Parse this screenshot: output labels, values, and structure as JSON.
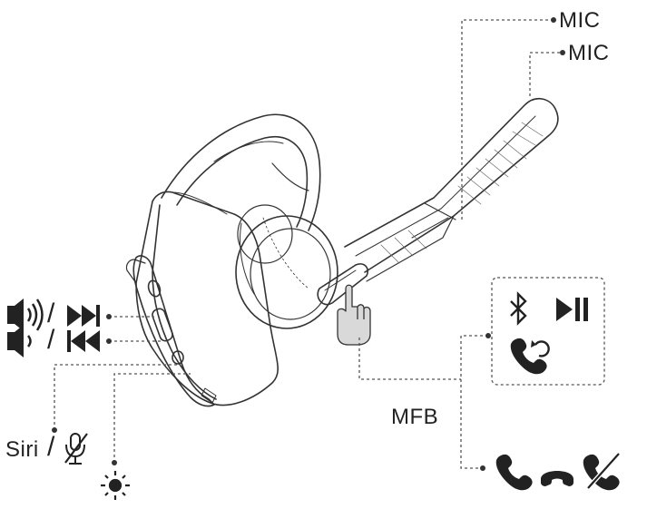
{
  "labels": {
    "mic_top": "MIC",
    "mic_second": "MIC",
    "mfb": "MFB",
    "siri": "Siri",
    "slash": "/"
  },
  "icons": {
    "volume_up": "speaker-volume-up-icon",
    "next_track": "next-track-icon",
    "volume_down": "speaker-volume-down-icon",
    "previous_track": "previous-track-icon",
    "mute": "microphone-mute-icon",
    "led": "led-light-icon",
    "bluetooth": "bluetooth-icon",
    "play_pause": "play-pause-icon",
    "redial": "phone-redial-icon",
    "answer": "phone-answer-icon",
    "hang_up": "phone-hang-up-icon",
    "reject": "phone-reject-icon",
    "finger": "pointing-hand-icon"
  },
  "colors": {
    "ink": "#222222",
    "line": "#555555"
  }
}
